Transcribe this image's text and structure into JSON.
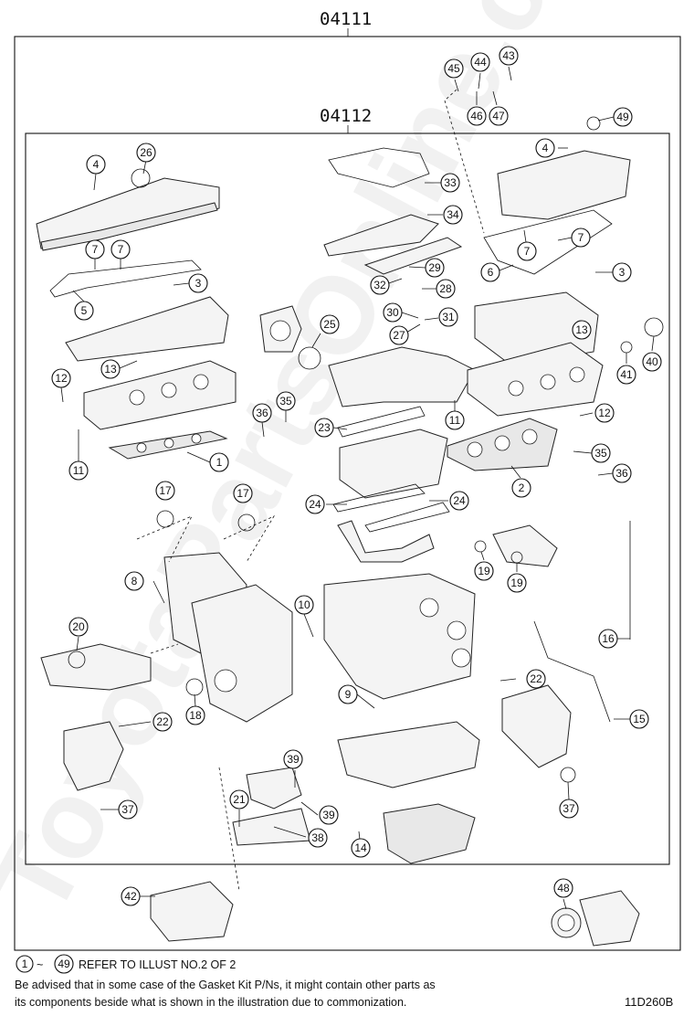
{
  "diagram": {
    "outer_code": "04111",
    "inner_code": "04112",
    "watermark": "ToyotaPartsOnline.com",
    "callout_numbers": [
      "1",
      "2",
      "3",
      "4",
      "5",
      "6",
      "7",
      "8",
      "9",
      "10",
      "11",
      "12",
      "13",
      "14",
      "15",
      "16",
      "17",
      "18",
      "19",
      "20",
      "21",
      "22",
      "23",
      "24",
      "25",
      "26",
      "27",
      "28",
      "29",
      "30",
      "31",
      "32",
      "33",
      "34",
      "35",
      "36",
      "37",
      "38",
      "39",
      "40",
      "41",
      "42",
      "43",
      "44",
      "45",
      "46",
      "47",
      "48",
      "49"
    ]
  },
  "footer": {
    "range_start": "1",
    "range_tilde": "~",
    "range_end": "49",
    "refer_text": "REFER TO ILLUST NO.2 OF 2",
    "note_line1": "Be advised that in some case of the Gasket Kit P/Ns,  it might contain other parts as",
    "note_line2": "its components beside what is shown in the illustration due to commonization.",
    "illustration_code": "11D260B"
  }
}
